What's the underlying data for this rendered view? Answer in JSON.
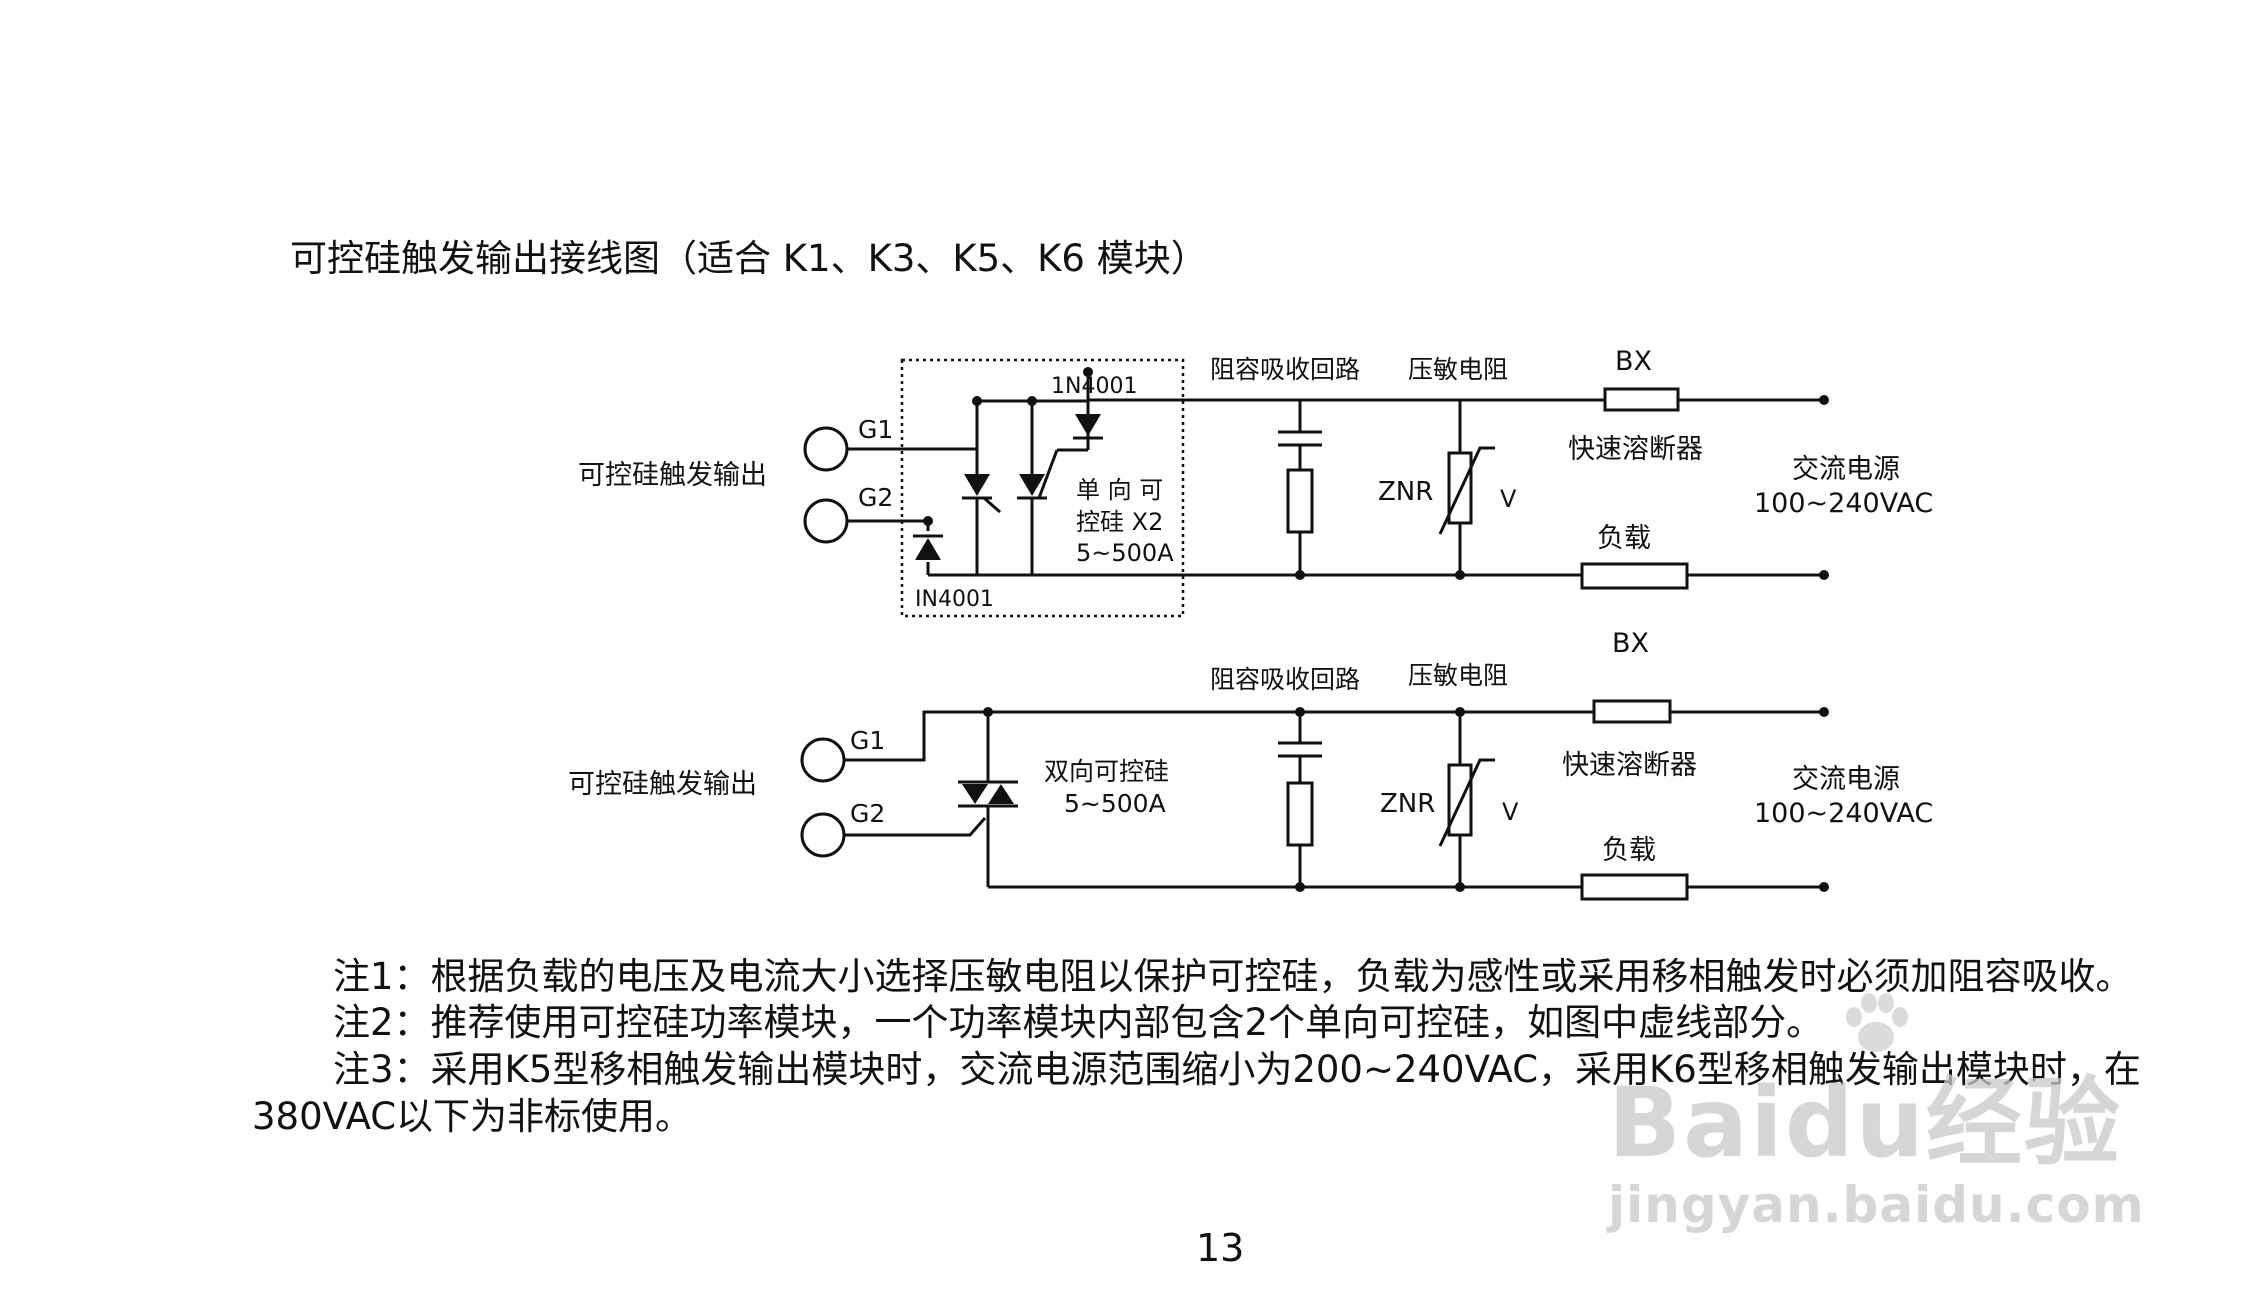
{
  "title": "可控硅触发输出接线图（适合 K1、K3、K5、K6 模块）",
  "diagram1": {
    "output_label": "可控硅触发输出",
    "g1": "G1",
    "g2": "G2",
    "diode_top": "1N4001",
    "diode_bottom": "IN4001",
    "scr_line1": "单 向 可",
    "scr_line2": "控硅 X2",
    "scr_line3": "5~500A",
    "rc_label": "阻容吸收回路",
    "varistor_label": "压敏电阻",
    "znr": "ZNR",
    "v": "V",
    "fuse_code": "BX",
    "fuse_label": "快速溶断器",
    "ac_label": "交流电源",
    "ac_range": "100~240VAC",
    "load_label": "负载"
  },
  "diagram2": {
    "output_label": "可控硅触发输出",
    "g1": "G1",
    "g2": "G2",
    "triac_line1": "双向可控硅",
    "triac_line2": "5~500A",
    "rc_label": "阻容吸收回路",
    "varistor_label": "压敏电阻",
    "znr": "ZNR",
    "v": "V",
    "fuse_code": "BX",
    "fuse_label": "快速溶断器",
    "ac_label": "交流电源",
    "ac_range": "100~240VAC",
    "load_label": "负载"
  },
  "notes": {
    "note1": "注1：根据负载的电压及电流大小选择压敏电阻以保护可控硅，负载为感性或采用移相触发时必须加阻容吸收。",
    "note2": "注2：推荐使用可控硅功率模块，一个功率模块内部包含2个单向可控硅，如图中虚线部分。",
    "note3_line1": "注3：采用K5型移相触发输出模块时，交流电源范围缩小为200~240VAC，采用K6型移相触发输出模块时，在",
    "note3_line2": "380VAC以下为非标使用。"
  },
  "page_number": "13",
  "watermark": {
    "logo": "Baidu经验",
    "url": "jingyan.baidu.com"
  }
}
